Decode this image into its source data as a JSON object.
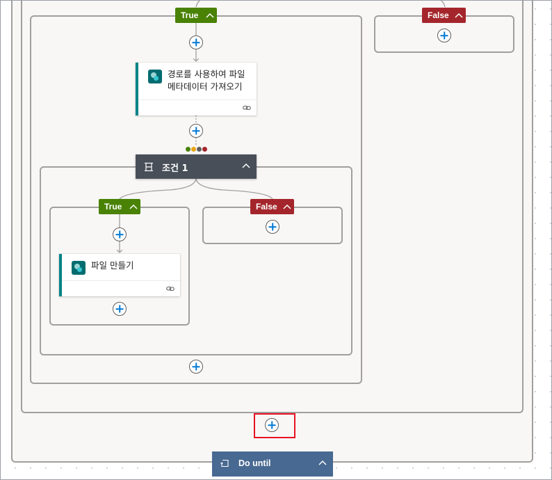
{
  "outer_condition": {
    "true_branch": {
      "label": "True"
    },
    "false_branch": {
      "label": "False"
    }
  },
  "get_metadata_action": {
    "title": "경로를 사용하여 파일 메타데이터 가져오기",
    "connector_icon": "sharepoint-icon"
  },
  "condition_1": {
    "title": "조건 1",
    "icon": "condition-icon",
    "run_after_status_colors": [
      "#498205",
      "#e8a317",
      "#605e5c",
      "#a4262c"
    ],
    "true_branch": {
      "label": "True"
    },
    "false_branch": {
      "label": "False"
    }
  },
  "create_file_action": {
    "title": "파일 만들기",
    "connector_icon": "sharepoint-icon"
  },
  "do_until": {
    "title": "Do until",
    "icon": "loop-icon"
  },
  "colors": {
    "true_branch": "#498205",
    "false_branch": "#a4262c",
    "do_until": "#486991",
    "condition_header": "#484f58",
    "sharepoint_accent": "#038387",
    "add_plus": "#0078d4",
    "selection_highlight": "#e81123"
  }
}
